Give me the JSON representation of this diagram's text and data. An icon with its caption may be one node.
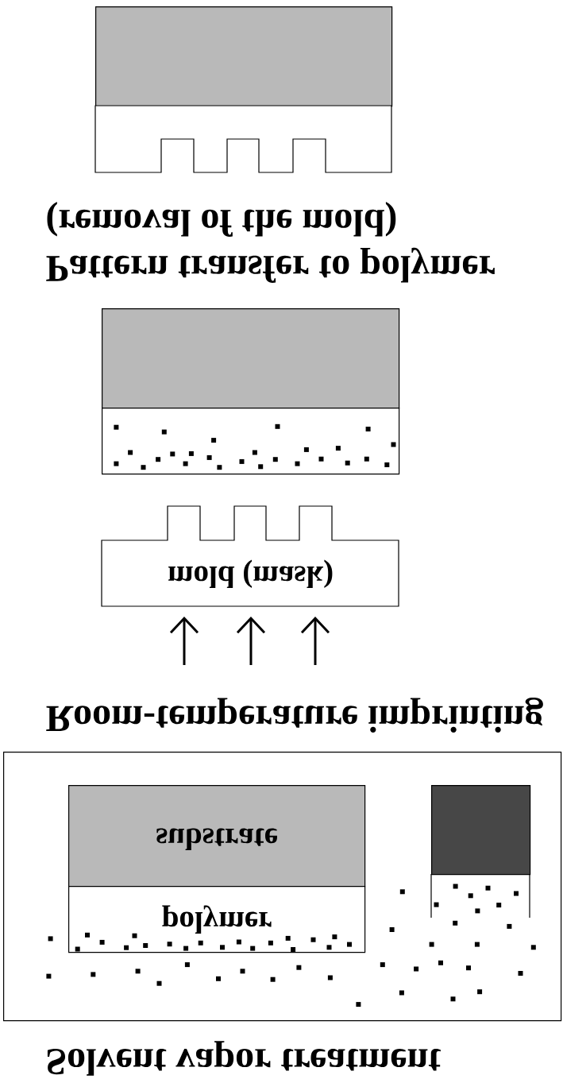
{
  "diagram": {
    "nodes": [
      {
        "text": [
          "Solvent vapor treatment"
        ]
      },
      {
        "text": [
          "substrate"
        ],
        "in": 0
      },
      {
        "text": [
          "polymer"
        ],
        "in": 0
      },
      {
        "text": [],
        "shape": "box",
        "in": 0
      },
      {
        "text": [
          "mold (mask)"
        ]
      },
      {
        "text": [],
        "shape": "box"
      },
      {
        "text": [],
        "shape": "box"
      },
      {
        "text": [],
        "shape": "box"
      },
      {
        "text": [],
        "shape": "box"
      }
    ],
    "labels": [
      "Room-temperature imprinting",
      "Pattern transfer to polymer (removal of the mold)"
    ]
  }
}
